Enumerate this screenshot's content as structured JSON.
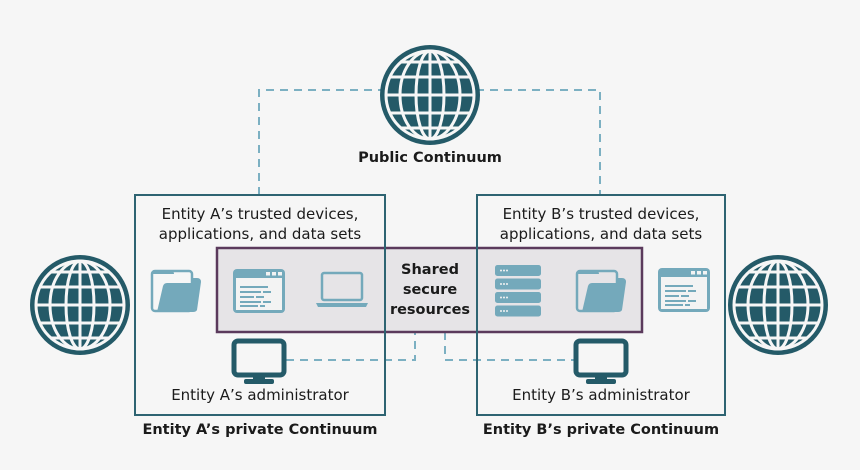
{
  "colors": {
    "background": "#f6f6f6",
    "globe": "#245a68",
    "box_border": "#2e6472",
    "shared_border": "#5b3a5c",
    "shared_fill": "#e6e4e7",
    "icon_light": "#74a9bb",
    "icon_dark": "#245a68",
    "dashed": "#7cb0c2",
    "text": "#1b1b1b"
  },
  "public": {
    "label": "Public Continuum",
    "icon": "globe-icon"
  },
  "entity_a": {
    "box_label_line1": "Entity A’s trusted devices,",
    "box_label_line2": "applications, and data sets",
    "admin_label": "Entity A’s administrator",
    "continuum_label": "Entity A’s private Continuum",
    "icons": [
      "folder-icon",
      "browser-window-icon",
      "laptop-icon",
      "monitor-icon"
    ],
    "external_icon": "globe-icon"
  },
  "entity_b": {
    "box_label_line1": "Entity B’s trusted devices,",
    "box_label_line2": "applications, and data sets",
    "admin_label": "Entity B’s administrator",
    "continuum_label": "Entity B’s private Continuum",
    "icons": [
      "server-stack-icon",
      "folder-icon",
      "browser-window-icon",
      "monitor-icon"
    ],
    "external_icon": "globe-icon"
  },
  "shared": {
    "line1": "Shared",
    "line2": "secure",
    "line3": "resources"
  }
}
